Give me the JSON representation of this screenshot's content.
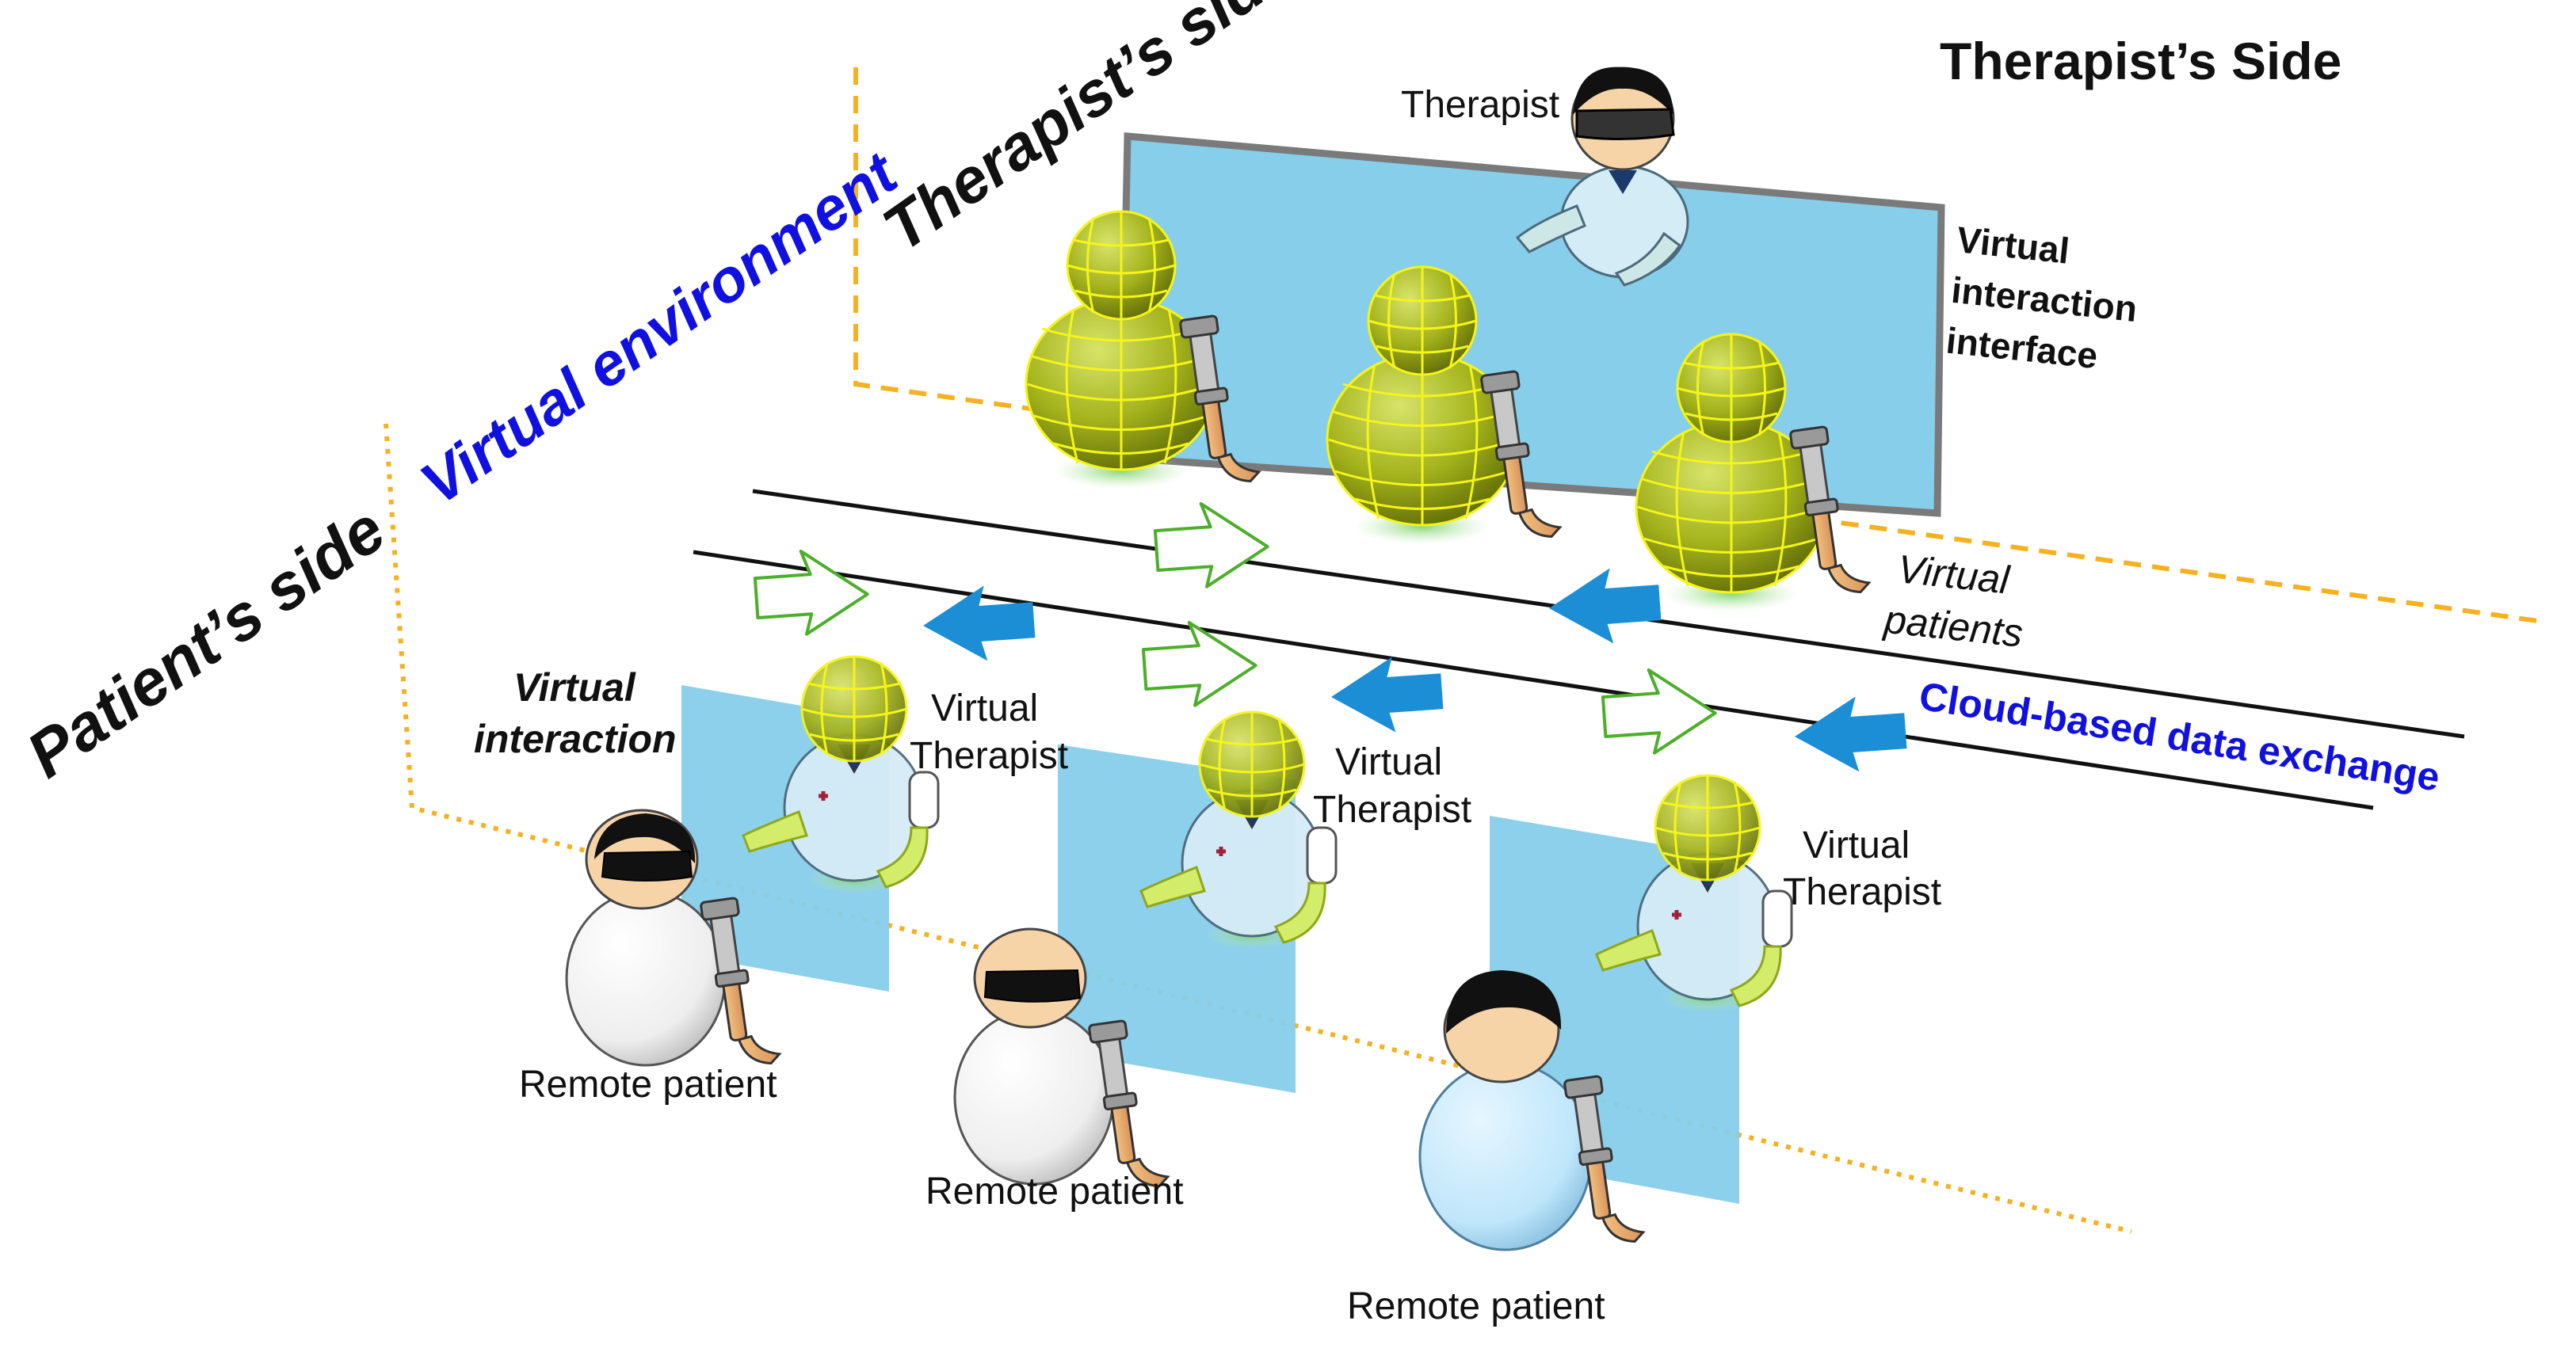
{
  "labels": {
    "therapists_side_title": "Therapist’s Side",
    "therapists_side_plane": "Therapist’s side",
    "patients_side_plane": "Patient’s side",
    "virtual_environment": "Virtual environment",
    "therapist": "Therapist",
    "virtual_interaction_interface": [
      "Virtual",
      "interaction",
      "interface"
    ],
    "virtual_patients": [
      "Virtual",
      "patients"
    ],
    "cloud_exchange": "Cloud-based data exchange",
    "virtual_interaction": [
      "Virtual",
      "interaction"
    ],
    "virtual_therapist": [
      "Virtual",
      "Therapist"
    ],
    "remote_patient": "Remote patient"
  },
  "colors": {
    "plane_orange": "#f5b120",
    "blue_text": "#1010e0",
    "screen_blue": "#87ceeb",
    "avatar_yellow_green": "#9aa816",
    "arrow_blue": "#1b8ed6",
    "arrow_green": "#4caf2a"
  }
}
